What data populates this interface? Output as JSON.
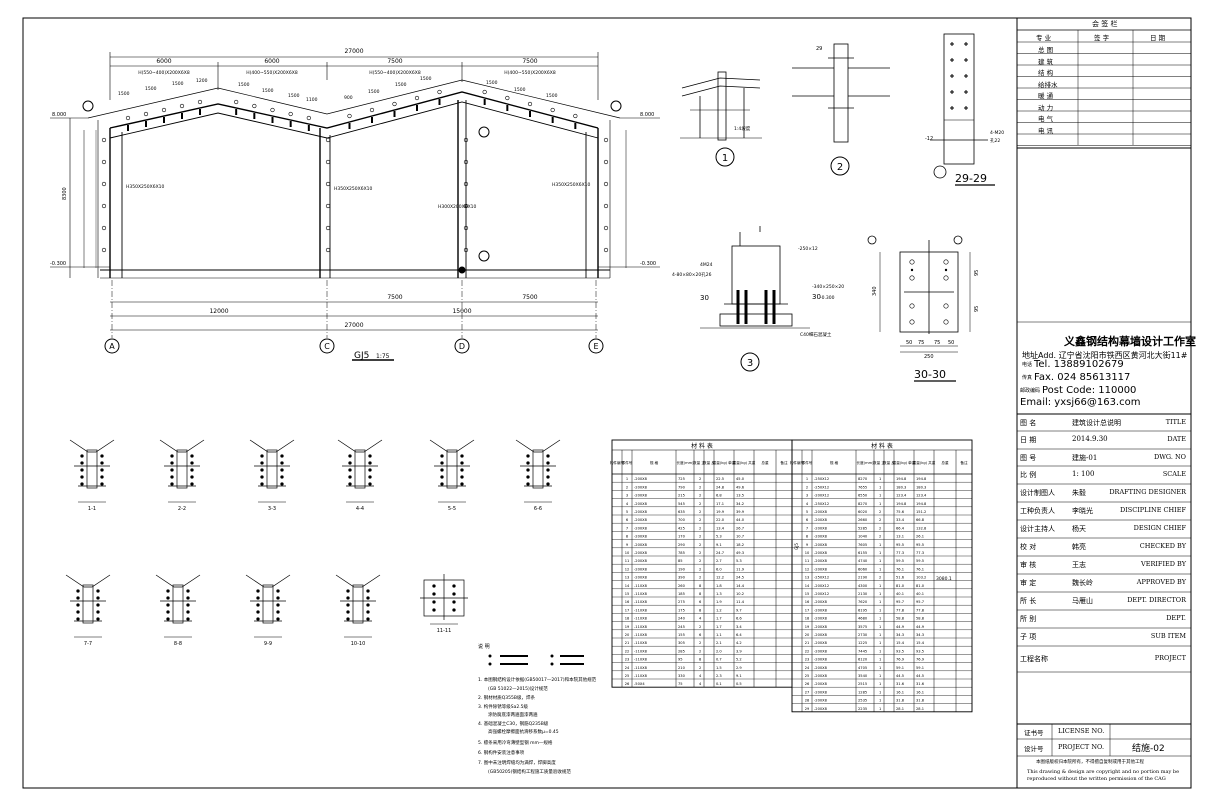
{
  "signoff": {
    "title": "会 签 栏",
    "headers": [
      "专 业",
      "签 字",
      "日 期"
    ],
    "rows": [
      "总 图",
      "建 筑",
      "结 构",
      "给排水",
      "暖 通",
      "动 力",
      "电 气",
      "电 讯"
    ]
  },
  "firm": {
    "name": "义鑫钢结构幕墙设计工作室",
    "address": "地址Add. 辽宁省沈阳市铁西区黄河北大街11#",
    "tel": "Tel. 13889102679",
    "fax": "Fax. 024 85613117",
    "post": "Post Code: 110000",
    "email": "Email: yxsj66@163.com",
    "label_tel": "电话",
    "label_fax": "传真",
    "label_post": "邮政编码"
  },
  "title_block": [
    {
      "cn": "图 名",
      "value": "建筑设计总说明",
      "en": "TITLE"
    },
    {
      "cn": "日 期",
      "value": "2014.9.30",
      "en": "DATE"
    },
    {
      "cn": "图 号",
      "value": "建施-01",
      "en": "DWG. NO"
    },
    {
      "cn": "比 例",
      "value": "1: 100",
      "en": "SCALE"
    },
    {
      "cn": "设计制图人",
      "value": "朱毅",
      "en": "DRAFTING DESIGNER"
    },
    {
      "cn": "工种负责人",
      "value": "李晓光",
      "en": "DISCIPLINE CHIEF"
    },
    {
      "cn": "设计主持人",
      "value": "杨天",
      "en": "DESIGN CHIEF"
    },
    {
      "cn": "校 对",
      "value": "韩亮",
      "en": "CHECKED BY"
    },
    {
      "cn": "审 核",
      "value": "王志",
      "en": "VERIFIED BY"
    },
    {
      "cn": "审 定",
      "value": "魏长岭",
      "en": "APPROVED BY"
    },
    {
      "cn": "所 长",
      "value": "马雁山",
      "en": "DEPT. DIRECTOR"
    },
    {
      "cn": "所 别",
      "value": "",
      "en": "DEPT."
    },
    {
      "cn": "子 项",
      "value": "",
      "en": "SUB ITEM"
    },
    {
      "cn": "工程名称",
      "value": "",
      "en": "PROJECT"
    }
  ],
  "license": {
    "cn": "证书号",
    "en": "LICENSE NO."
  },
  "project_no": {
    "cn": "设计号",
    "en": "PROJECT NO.",
    "sheet": "结施-02"
  },
  "copyright": {
    "cn": "本图纸版权归本院所有，不得擅自复制或用于其他工程",
    "en1": "This drawing & design are copyright and no portion may be",
    "en2": "reproduced without the written permission of the CAG"
  },
  "frame": {
    "title": "GJ5",
    "scale": "1:75",
    "total_dims": [
      "27000",
      "27000"
    ],
    "bay_dims_top": [
      "6000",
      "6000",
      "7500",
      "7500"
    ],
    "bay_dims_bottom": [
      "7500",
      "7500"
    ],
    "base_dims": [
      "12000",
      "15000"
    ],
    "rafters": [
      "H(550~400)X200X6X8",
      "H(400~550)X200X6X8",
      "H(550~400)X200X6X8",
      "H(400~550)X200X6X8"
    ],
    "columns": [
      "H350X250X6X10",
      "H350X250X6X10",
      "H300X200X6X10",
      "H350X250X6X10"
    ],
    "levels": [
      "8.000",
      "8.000",
      "-0.300",
      "-0.300"
    ],
    "height": "8300",
    "purlins": [
      "1500",
      "1500",
      "1500",
      "1200",
      "1500",
      "1500",
      "1500",
      "1100",
      "900",
      "1500",
      "1500",
      "1500",
      "1500",
      "1500",
      "1500"
    ],
    "axes": [
      "A",
      "C",
      "D",
      "E"
    ]
  },
  "details": {
    "d1": "1",
    "d2": "2",
    "d3": "3",
    "s2929": "29-29",
    "s3030": "30-30",
    "label_29": "29",
    "label_30": "30",
    "d1_note": "1:4坡度",
    "d3_plate": "-250×12",
    "d3_base": "-340×250×20",
    "d3_lvl": "-0.300",
    "d3_m24": "4M24",
    "d3_note": "C40细石混凝土",
    "d3_wash": "4-80×80×20孔26",
    "s30_dims_x": [
      "50",
      "75",
      "75",
      "50"
    ],
    "s30_total": "250",
    "s30_h": "340",
    "s30_dims_y": [
      "95",
      "95"
    ],
    "s2929_pl": "-12",
    "s2929_bolt": "4-M20",
    "s2929_hole": "孔22"
  },
  "sections": [
    "1-1",
    "2-2",
    "3-3",
    "4-4",
    "5-5",
    "6-6",
    "7-7",
    "8-8",
    "9-9",
    "10-10",
    "11-11"
  ],
  "material_table": {
    "title": "材 料 表",
    "headers": [
      "构件编号",
      "零件号",
      "规 格",
      "长度(mm)",
      "数量 正",
      "数量 反",
      "重量(kg) 单重",
      "重量(kg) 共重",
      "总重",
      "备注"
    ],
    "left_rows": [
      [
        "1",
        "-200X8",
        "725",
        "2",
        "",
        "22.5",
        "45.0"
      ],
      [
        "2",
        "-200X8",
        "790",
        "2",
        "",
        "24.8",
        "49.6"
      ],
      [
        "3",
        "-200X8",
        "215",
        "2",
        "",
        "6.8",
        "13.5"
      ],
      [
        "4",
        "-200X8",
        "545",
        "2",
        "",
        "17.1",
        "34.2"
      ],
      [
        "5",
        "-200X8",
        "635",
        "2",
        "",
        "19.9",
        "39.9"
      ],
      [
        "6",
        "-200X8",
        "700",
        "2",
        "",
        "22.0",
        "44.0"
      ],
      [
        "7",
        "-200X8",
        "425",
        "2",
        "",
        "13.4",
        "26.7"
      ],
      [
        "8",
        "-200X8",
        "170",
        "2",
        "",
        "5.3",
        "10.7"
      ],
      [
        "9",
        "-200X8",
        "290",
        "2",
        "",
        "9.1",
        "18.2"
      ],
      [
        "10",
        "-200X8",
        "785",
        "2",
        "",
        "24.7",
        "49.3"
      ],
      [
        "11",
        "-200X8",
        "85",
        "2",
        "",
        "2.7",
        "5.3"
      ],
      [
        "12",
        "-200X8",
        "190",
        "2",
        "",
        "6.0",
        "11.9"
      ],
      [
        "13",
        "-200X8",
        "390",
        "2",
        "",
        "12.2",
        "24.5"
      ],
      [
        "14",
        "-110X8",
        "260",
        "8",
        "",
        "1.8",
        "14.4"
      ],
      [
        "15",
        "-110X8",
        "185",
        "8",
        "",
        "1.3",
        "10.2"
      ],
      [
        "16",
        "-110X8",
        "275",
        "6",
        "",
        "1.9",
        "11.4"
      ],
      [
        "17",
        "-110X8",
        "175",
        "8",
        "",
        "1.2",
        "9.7"
      ],
      [
        "18",
        "-110X8",
        "240",
        "4",
        "",
        "1.7",
        "6.6"
      ],
      [
        "19",
        "-110X8",
        "245",
        "2",
        "",
        "1.7",
        "3.4"
      ],
      [
        "20",
        "-110X8",
        "155",
        "6",
        "",
        "1.1",
        "6.4"
      ],
      [
        "21",
        "-110X8",
        "305",
        "2",
        "",
        "2.1",
        "4.2"
      ],
      [
        "22",
        "-110X8",
        "285",
        "2",
        "",
        "2.0",
        "3.9"
      ],
      [
        "23",
        "-110X8",
        "95",
        "8",
        "",
        "0.7",
        "5.2"
      ],
      [
        "24",
        "-110X8",
        "210",
        "2",
        "",
        "1.5",
        "2.9"
      ],
      [
        "25",
        "-110X8",
        "330",
        "4",
        "",
        "2.3",
        "9.1"
      ],
      [
        "26",
        "-50X4",
        "75",
        "4",
        "",
        "0.1",
        "0.5"
      ]
    ],
    "right_rows": [
      [
        "1",
        "-250X12",
        "8270",
        "1",
        "",
        "194.8",
        "194.8"
      ],
      [
        "2",
        "-250X12",
        "7655",
        "1",
        "",
        "180.3",
        "180.3"
      ],
      [
        "3",
        "-200X12",
        "6550",
        "1",
        "",
        "123.4",
        "123.4"
      ],
      [
        "4",
        "-250X12",
        "8270",
        "1",
        "",
        "194.8",
        "194.8"
      ],
      [
        "5",
        "-200X8",
        "6020",
        "2",
        "",
        "75.6",
        "151.2"
      ],
      [
        "6",
        "-200X8",
        "2660",
        "2",
        "",
        "33.4",
        "66.8"
      ],
      [
        "7",
        "-200X8",
        "5285",
        "2",
        "",
        "66.4",
        "132.8"
      ],
      [
        "8",
        "-200X8",
        "1040",
        "2",
        "",
        "13.1",
        "26.1"
      ],
      [
        "9",
        "-200X8",
        "7605",
        "1",
        "",
        "95.5",
        "95.5"
      ],
      [
        "10",
        "-200X8",
        "6155",
        "1",
        "",
        "77.3",
        "77.3"
      ],
      [
        "11",
        "-200X8",
        "4740",
        "1",
        "",
        "59.5",
        "59.5"
      ],
      [
        "12",
        "-200X8",
        "6060",
        "1",
        "",
        "76.1",
        "76.1"
      ],
      [
        "13",
        "-250X12",
        "2190",
        "2",
        "",
        "51.6",
        "103.2"
      ],
      [
        "14",
        "-200X12",
        "4300",
        "1",
        "",
        "81.0",
        "81.0"
      ],
      [
        "15",
        "-200X12",
        "2130",
        "1",
        "",
        "40.1",
        "40.1"
      ],
      [
        "16",
        "-200X8",
        "7620",
        "1",
        "",
        "95.7",
        "95.7"
      ],
      [
        "17",
        "-200X8",
        "6195",
        "1",
        "",
        "77.8",
        "77.8"
      ],
      [
        "18",
        "-200X8",
        "4680",
        "1",
        "",
        "58.8",
        "58.8"
      ],
      [
        "19",
        "-200X8",
        "3575",
        "1",
        "",
        "44.9",
        "44.9"
      ],
      [
        "20",
        "-200X8",
        "2730",
        "1",
        "",
        "34.3",
        "34.3"
      ],
      [
        "21",
        "-200X8",
        "1225",
        "1",
        "",
        "15.4",
        "15.4"
      ],
      [
        "22",
        "-200X8",
        "7445",
        "1",
        "",
        "93.5",
        "93.5"
      ],
      [
        "23",
        "-200X8",
        "6120",
        "1",
        "",
        "76.9",
        "76.9"
      ],
      [
        "24",
        "-200X8",
        "4705",
        "1",
        "",
        "59.1",
        "59.1"
      ],
      [
        "25",
        "-200X8",
        "3540",
        "1",
        "",
        "44.5",
        "44.5"
      ],
      [
        "26",
        "-200X8",
        "2515",
        "1",
        "",
        "31.6",
        "31.6"
      ],
      [
        "27",
        "-200X8",
        "1285",
        "1",
        "",
        "16.1",
        "16.1"
      ],
      [
        "28",
        "-200X8",
        "2535",
        "1",
        "",
        "31.8",
        "31.8"
      ],
      [
        "29",
        "-200X8",
        "2235",
        "1",
        "",
        "28.1",
        "28.1"
      ]
    ],
    "group_label": "GJ5",
    "total": "3080.1"
  },
  "notes": {
    "head": "说 明",
    "lines": [
      "1. 本图钢结构设计依据(GB50017—2017)和本院其他规范",
      "(GB 51022—2015)设计规范",
      "2. 钢材材质Q355B级，焊条",
      "3. 构件除锈等级Sa2.5级",
      "涂防腐底漆两遍面漆两遍",
      "4. 基础混凝土C30，钢筋Q235B级",
      "高强螺栓摩擦面抗滑移系数μ=0.45",
      "5. 檩条采用冷弯薄壁型钢 mm—规格",
      "6. 钢构件安装注意事项",
      "7. 图中未注明焊缝均为满焊，焊脚高度",
      "(GB50205)钢结构工程施工质量验收规范"
    ]
  }
}
